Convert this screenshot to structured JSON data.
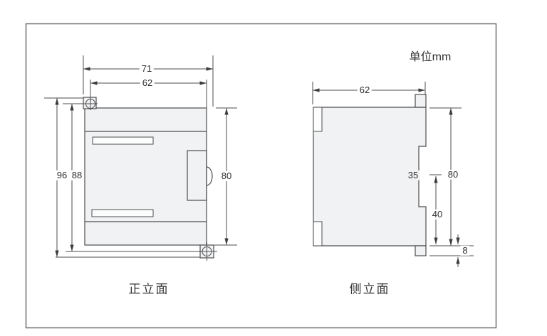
{
  "unit_label": "单位mm",
  "front_view": {
    "caption": "正立面",
    "dim_overall_width": "71",
    "dim_body_width": "62",
    "dim_overall_height": "96",
    "dim_hole_spacing": "88",
    "dim_body_height": "80"
  },
  "side_view": {
    "caption": "侧立面",
    "dim_width": "62",
    "dim_rail_recess": "35",
    "dim_body_height": "80",
    "dim_rail_to_bottom": "40",
    "dim_tab_height": "8"
  },
  "colors": {
    "line": "#4e4e4e",
    "frame": "#6e6e6e",
    "body_fill": "#f1f2f4"
  }
}
